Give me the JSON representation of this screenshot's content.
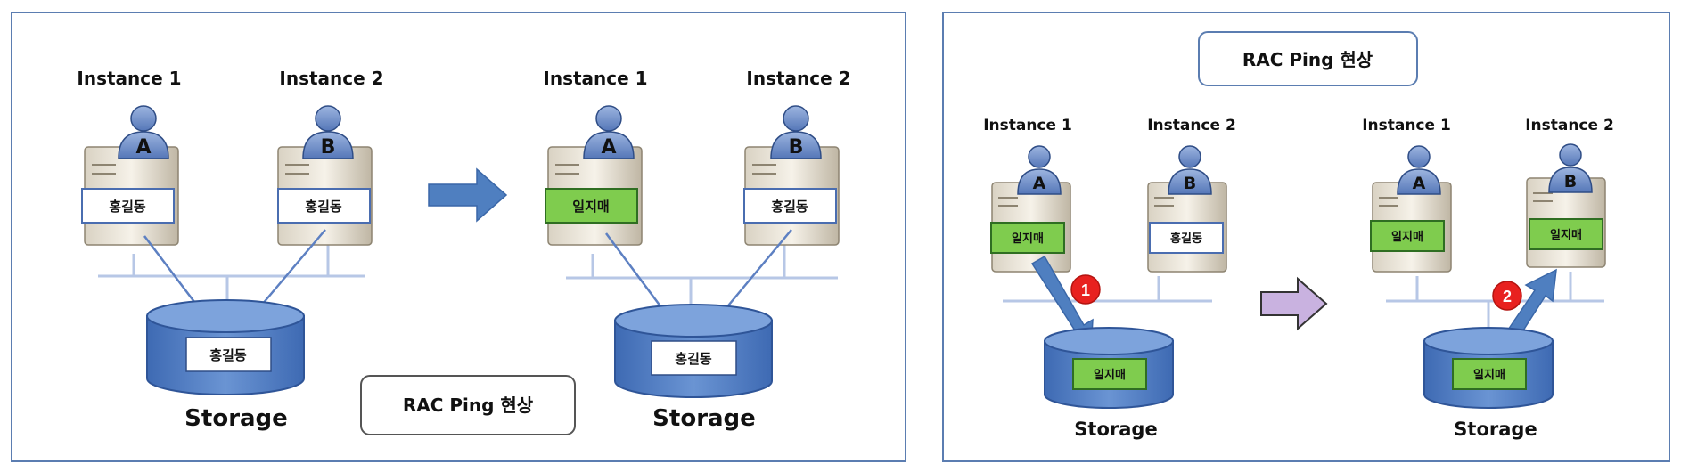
{
  "left_panel": {
    "before": {
      "instance1_label": "Instance 1",
      "instance2_label": "Instance 2",
      "instance1_user": "A",
      "instance2_user": "B",
      "instance1_value": "홍길동",
      "instance2_value": "홍길동",
      "storage_value": "홍길동",
      "storage_label": "Storage"
    },
    "after": {
      "instance1_label": "Instance 1",
      "instance2_label": "Instance 2",
      "instance1_user": "A",
      "instance2_user": "B",
      "instance1_value": "일지매",
      "instance2_value": "홍길동",
      "storage_value": "홍길동",
      "storage_label": "Storage"
    },
    "caption": "RAC Ping 현상"
  },
  "right_panel": {
    "title": "RAC Ping 현상",
    "before": {
      "instance1_label": "Instance 1",
      "instance2_label": "Instance 2",
      "instance1_user": "A",
      "instance2_user": "B",
      "instance1_value": "일지매",
      "instance2_value": "홍길동",
      "storage_value": "일지매",
      "storage_label": "Storage",
      "step": "1"
    },
    "after": {
      "instance1_label": "Instance 1",
      "instance2_label": "Instance 2",
      "instance1_user": "A",
      "instance2_user": "B",
      "instance1_value": "일지매",
      "instance2_value": "일지매",
      "storage_value": "일지매",
      "storage_label": "Storage",
      "step": "2"
    }
  },
  "colors": {
    "panel_border": "#5b7db1",
    "label_box_green": "#7fcc4e",
    "label_box_white": "#ffffff",
    "person_blue": "#6f8fc7",
    "storage_blue": "#4f7cc4",
    "arrow_blue": "#4f7fc0",
    "arrow_lilac": "#c9b2e0",
    "step_red": "#e8211f"
  }
}
